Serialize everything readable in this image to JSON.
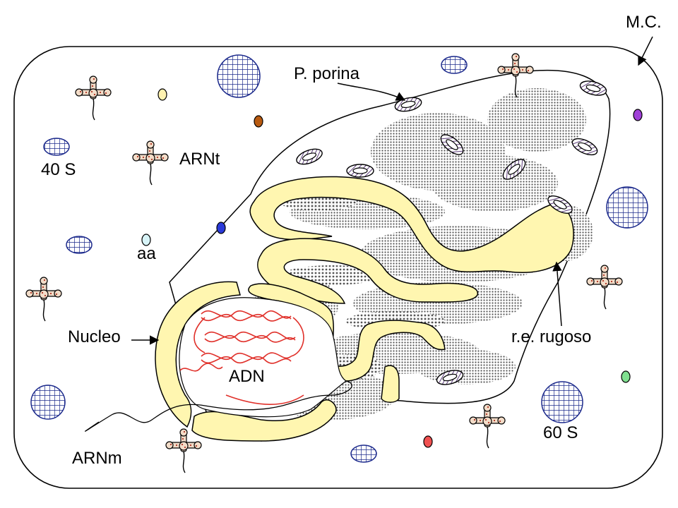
{
  "labels": {
    "membrana_celular": "M.C.",
    "proteina_porina": "P. porina",
    "arnt": "ARNt",
    "subunidad_40s": "40 S",
    "aminoacido": "aa",
    "nucleo": "Nucleo",
    "retic_rugoso": "r.e.  rugoso",
    "adn": "ADN",
    "subunidad_60s": "60 S",
    "arnm": "ARNm"
  },
  "colors": {
    "outline": "#000000",
    "er_fill": "#fff6b0",
    "ribosome": "#1c2a8c",
    "porin": "#5b3a7a",
    "dna": "#e0302a",
    "trna_body": "#f2dcc8",
    "trna_dots": "#b03020",
    "aa_yellow": "#fff2b0",
    "aa_brown": "#b85a10",
    "aa_purple": "#a040d8",
    "aa_lightblue": "#d8f4f8",
    "aa_blue": "#2a3ad8",
    "aa_green": "#80e090",
    "aa_red": "#f05050"
  }
}
